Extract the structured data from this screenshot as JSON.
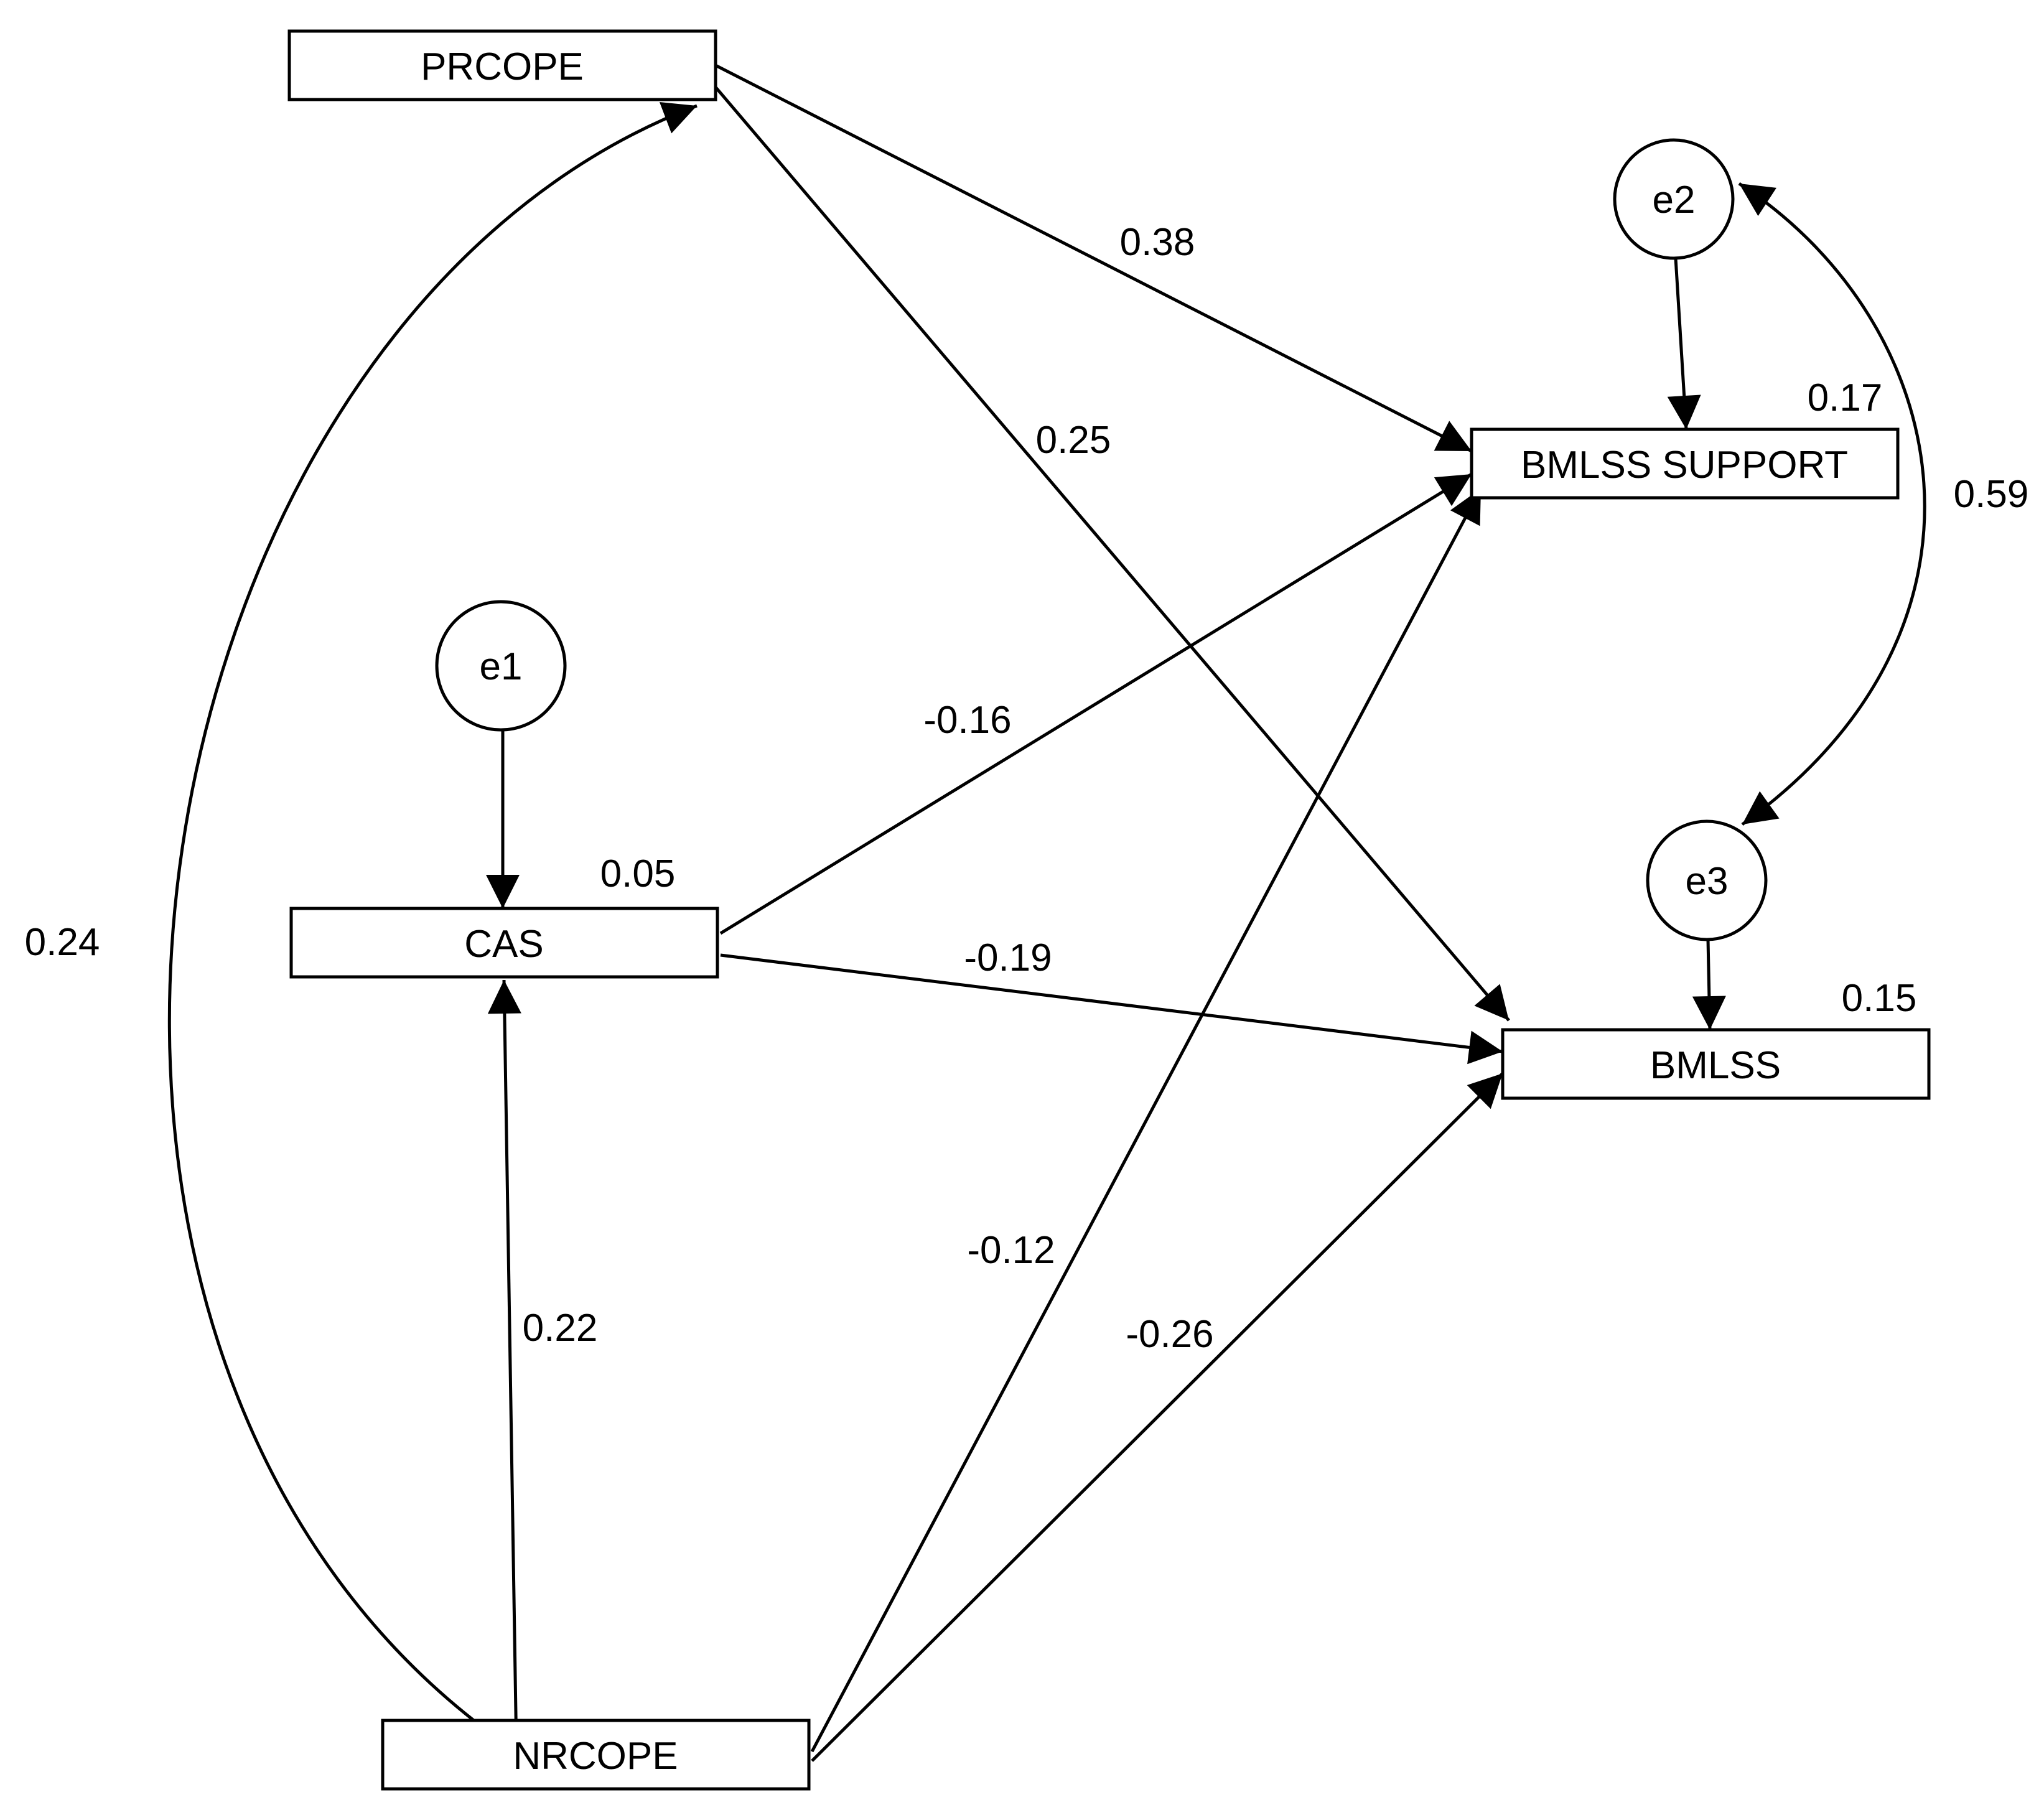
{
  "nodes": {
    "prcope": "PRCOPE",
    "cas": "CAS",
    "nrcope": "NRCOPE",
    "bmlss_support": "BMLSS SUPPORT",
    "bmlss": "BMLSS",
    "e1": "e1",
    "e2": "e2",
    "e3": "e3"
  },
  "r_squared": {
    "cas": "0.05",
    "bmlss_support": "0.17",
    "bmlss": "0.15"
  },
  "paths": {
    "prcope_to_bmlss_support": "0.38",
    "prcope_to_bmlss": "0.25",
    "cas_to_bmlss_support": "-0.16",
    "cas_to_bmlss": "-0.19",
    "nrcope_to_bmlss_support": "-0.12",
    "nrcope_to_bmlss": "-0.26",
    "nrcope_to_cas": "0.22"
  },
  "covariances": {
    "prcope_nrcope": "0.24",
    "e2_e3": "0.59"
  }
}
